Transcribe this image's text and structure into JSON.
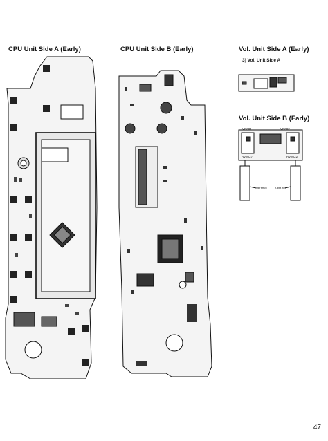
{
  "titles": {
    "cpu_a": "CPU Unit Side A (Early)",
    "cpu_b": "CPU Unit Side B (Early)",
    "vol_a": "Vol. Unit Side A (Early)",
    "vol_b": "Vol. Unit Side B (Early)"
  },
  "vol_a_subtitle": "3) Vol. Unit Side A",
  "vol_b_labels": {
    "top_left_ref": "VR001",
    "top_right_ref": "VR002",
    "pot_left": "RV8027",
    "pot_right": "RV8022",
    "lead_left": "VR1081",
    "lead_right": "VR1082"
  },
  "page_number": "47"
}
